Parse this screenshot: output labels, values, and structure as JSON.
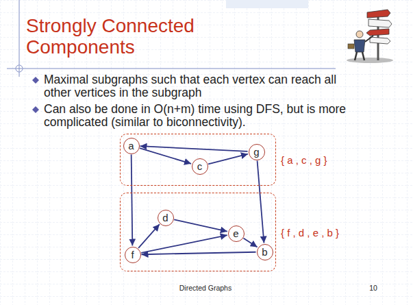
{
  "diagram": {
    "title": "Strongly Connected Components",
    "nodes": [
      {
        "text": [
          "{ a , c , g }"
        ]
      },
      {
        "text": [
          "a"
        ],
        "in": 0
      },
      {
        "text": [
          "c"
        ],
        "in": 0
      },
      {
        "text": [
          "g"
        ],
        "in": 0
      },
      {
        "text": [
          "{ f , d , e , b }"
        ]
      },
      {
        "text": [
          "d"
        ],
        "in": 4
      },
      {
        "text": [
          "e"
        ],
        "in": 4
      },
      {
        "text": [
          "f"
        ],
        "in": 4
      },
      {
        "text": [
          "b"
        ],
        "in": 4
      }
    ],
    "edges": [
      {
        "from": 3,
        "to": 1,
        "arrow": "to"
      },
      {
        "from": 1,
        "to": 2,
        "arrow": "to"
      },
      {
        "from": 2,
        "to": 3,
        "arrow": "to"
      },
      {
        "from": 1,
        "to": 7,
        "arrow": "to"
      },
      {
        "from": 3,
        "to": 8,
        "arrow": "to"
      },
      {
        "from": 7,
        "to": 5,
        "arrow": "to"
      },
      {
        "from": 5,
        "to": 6,
        "arrow": "to"
      },
      {
        "from": 7,
        "to": 6,
        "arrow": "to"
      },
      {
        "from": 6,
        "to": 8,
        "arrow": "to"
      },
      {
        "from": 8,
        "to": 7,
        "arrow": "to"
      }
    ],
    "labels": [
      "Maximal subgraphs such that each vertex can reach all other vertices in the subgraph",
      "Can also be done in O(n+m) time using DFS, but is more complicated (similar to biconnectivity).",
      "Directed Graphs",
      "10"
    ]
  }
}
